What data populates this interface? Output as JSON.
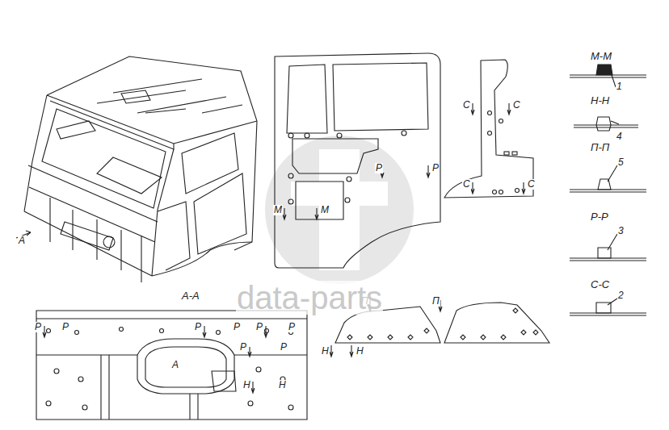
{
  "diagram": {
    "labels": [
      "М-М",
      "1",
      "Н-Н",
      "4",
      "П-П",
      "5",
      "Р-Р",
      "3",
      "С-С",
      "2",
      "А",
      "А-А",
      "Р",
      "Р",
      "М",
      "М",
      "С",
      "С",
      "С",
      "С",
      "Р",
      "Р",
      "Р",
      "Р",
      "Р",
      "Р",
      "Р",
      "Р",
      "Н",
      "Н",
      "А",
      "П",
      "П",
      "Н",
      "Н",
      "data-parts"
    ]
  }
}
